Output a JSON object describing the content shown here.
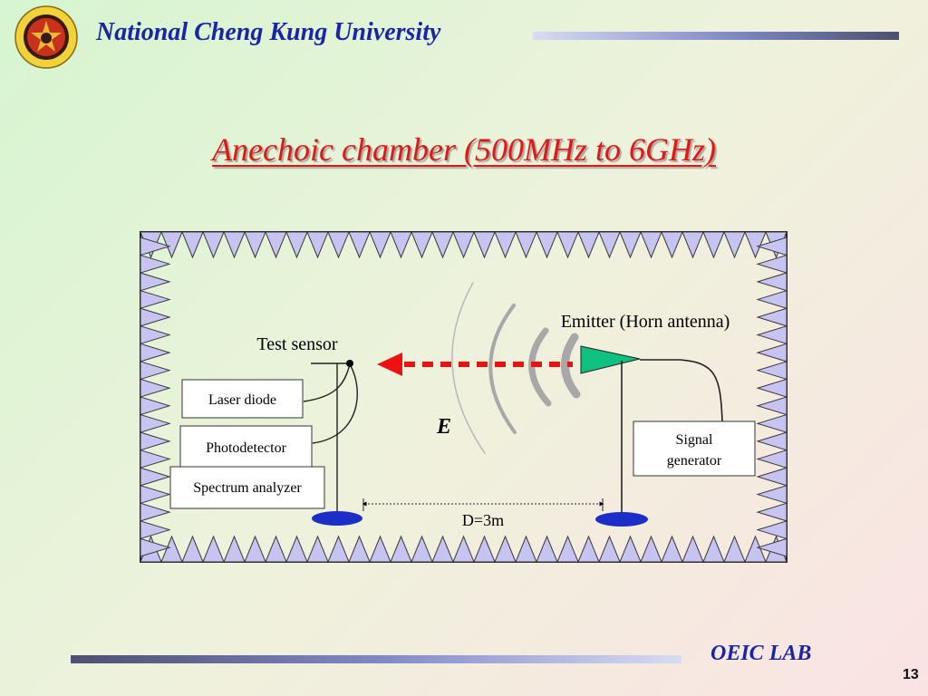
{
  "header": {
    "university": "National Cheng Kung University"
  },
  "slide": {
    "title": "Anechoic chamber (500MHz to 6GHz)"
  },
  "diagram": {
    "test_sensor_label": "Test sensor",
    "emitter_label": "Emitter (Horn antenna)",
    "laser_diode_label": "Laser diode",
    "photodetector_label": "Photodetector",
    "spectrum_analyzer_label": "Spectrum analyzer",
    "signal_generator_line1": "Signal",
    "signal_generator_line2": "generator",
    "field_label": "E",
    "distance_label": "D=3m"
  },
  "footer": {
    "lab": "OEIC LAB",
    "page": "13"
  },
  "colors": {
    "title_red": "#e01818",
    "header_blue": "#1a24a6",
    "absorber_fill": "#c8c4f2",
    "horn_green": "#10c080",
    "base_blue": "#1c2ec8",
    "arrow_red": "#ee1111"
  }
}
